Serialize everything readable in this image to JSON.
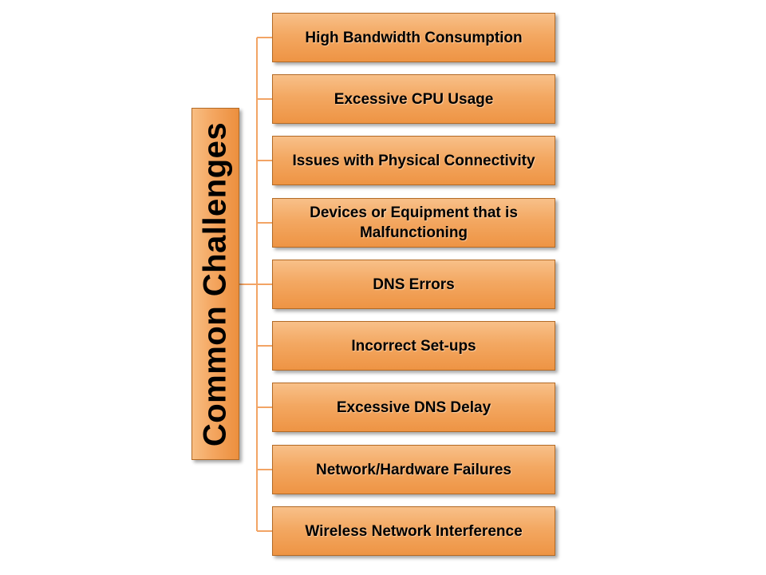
{
  "root": {
    "label": "Common Challenges"
  },
  "items": [
    {
      "label": "High Bandwidth Consumption"
    },
    {
      "label": "Excessive CPU Usage"
    },
    {
      "label": "Issues with Physical Connectivity"
    },
    {
      "label": "Devices or Equipment that is Malfunctioning"
    },
    {
      "label": "DNS Errors"
    },
    {
      "label": "Incorrect Set-ups"
    },
    {
      "label": "Excessive DNS Delay"
    },
    {
      "label": "Network/Hardware Failures"
    },
    {
      "label": "Wireless Network Interference"
    }
  ],
  "colors": {
    "box_fill": "#f4a660",
    "box_border": "#b36a25",
    "connector": "#f2a465",
    "text": "#000000"
  }
}
